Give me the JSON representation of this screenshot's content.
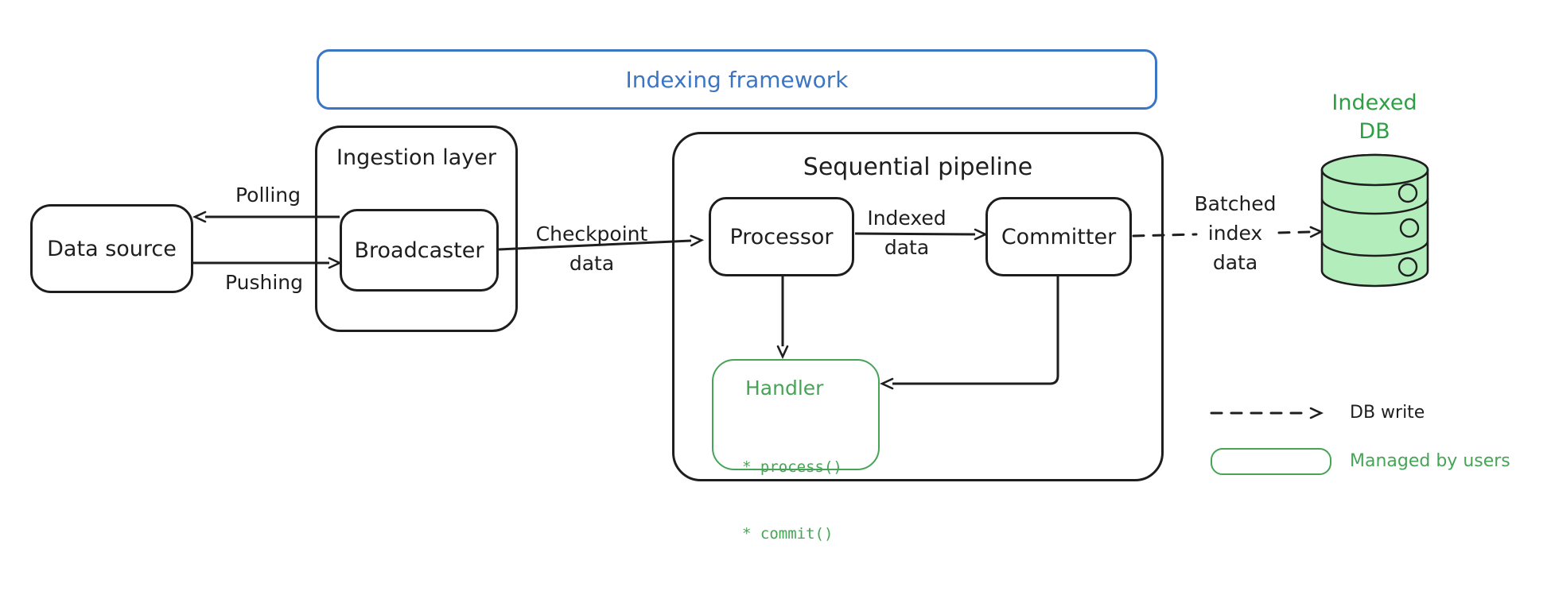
{
  "colors": {
    "ink": "#1e1e1e",
    "blue": "#3b76c4",
    "green": "#47a356",
    "green_dark": "#2f9e44",
    "db_fill": "#b4edbc"
  },
  "frame": {
    "title": "Indexing framework"
  },
  "nodes": {
    "data_source": {
      "label": "Data source"
    },
    "ingestion_layer": {
      "label": "Ingestion layer"
    },
    "broadcaster": {
      "label": "Broadcaster"
    },
    "sequential_pipeline": {
      "label": "Sequential pipeline"
    },
    "processor": {
      "label": "Processor"
    },
    "committer": {
      "label": "Committer"
    },
    "handler": {
      "title": "Handler",
      "methods": [
        "* process()",
        "* commit()"
      ]
    },
    "indexed_db": {
      "line1": "Indexed",
      "line2": "DB"
    }
  },
  "edges": {
    "polling": {
      "label": "Polling"
    },
    "pushing": {
      "label": "Pushing"
    },
    "checkpoint": {
      "line1": "Checkpoint",
      "line2": "data"
    },
    "indexed": {
      "line1": "Indexed",
      "line2": "data"
    },
    "batched": {
      "line1": "Batched",
      "line2": "index",
      "line3": "data"
    }
  },
  "legend": {
    "db_write": "DB write",
    "managed_by_users": "Managed by users"
  }
}
